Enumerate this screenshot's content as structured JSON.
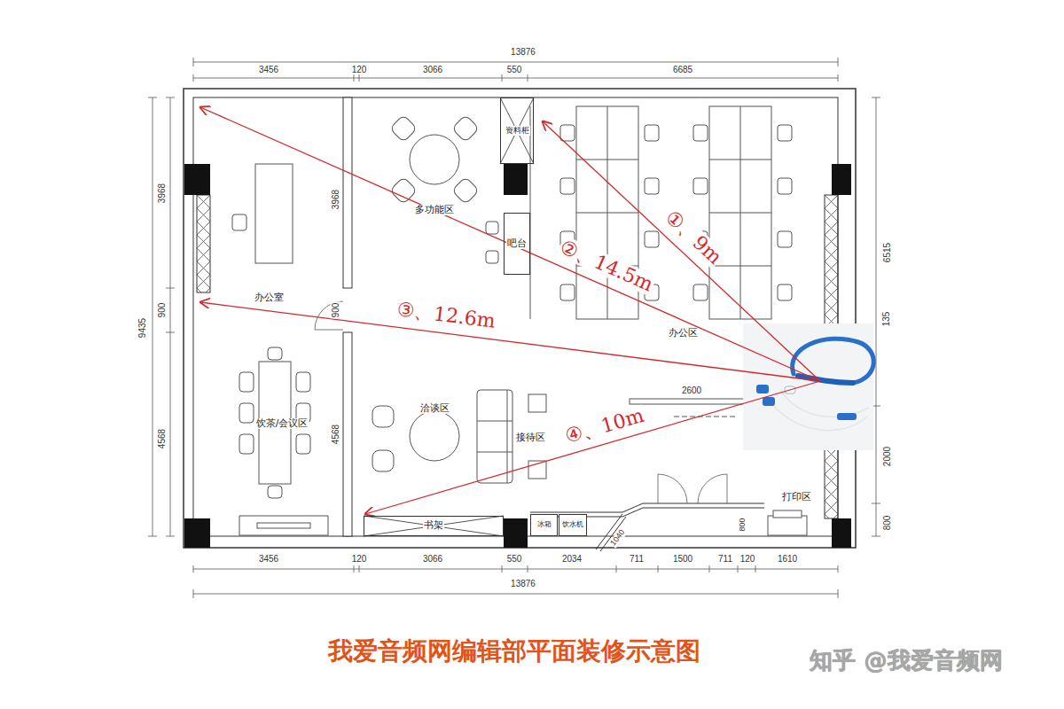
{
  "diagram": {
    "caption": "我爱音频网编辑部平面装修示意图",
    "nodes": [
      {
        "text": [
          "资料柜"
        ]
      },
      {
        "text": [
          "吧台"
        ]
      },
      {
        "text": [
          "书架"
        ]
      },
      {
        "text": [
          "冰箱"
        ]
      },
      {
        "text": [
          "饮水机"
        ]
      }
    ],
    "labels": [
      "13876",
      "3456",
      "120",
      "3066",
      "550",
      "6685",
      "9435",
      "3968",
      "900",
      "4568",
      "3968",
      "900",
      "4568",
      "6515",
      "135",
      "2000",
      "800",
      "3456",
      "120",
      "3066",
      "550",
      "2034",
      "711",
      "1500",
      "711",
      "120",
      "1610",
      "13876",
      "2600",
      "1040",
      "800",
      "多功能区",
      "办公室",
      "办公区",
      "洽谈区",
      "接待区",
      "饮茶/会议区",
      "打印区",
      "①、9m",
      "②、14.5m",
      "③、12.6m",
      "④、10m",
      "知乎 @我爱音频网"
    ]
  }
}
